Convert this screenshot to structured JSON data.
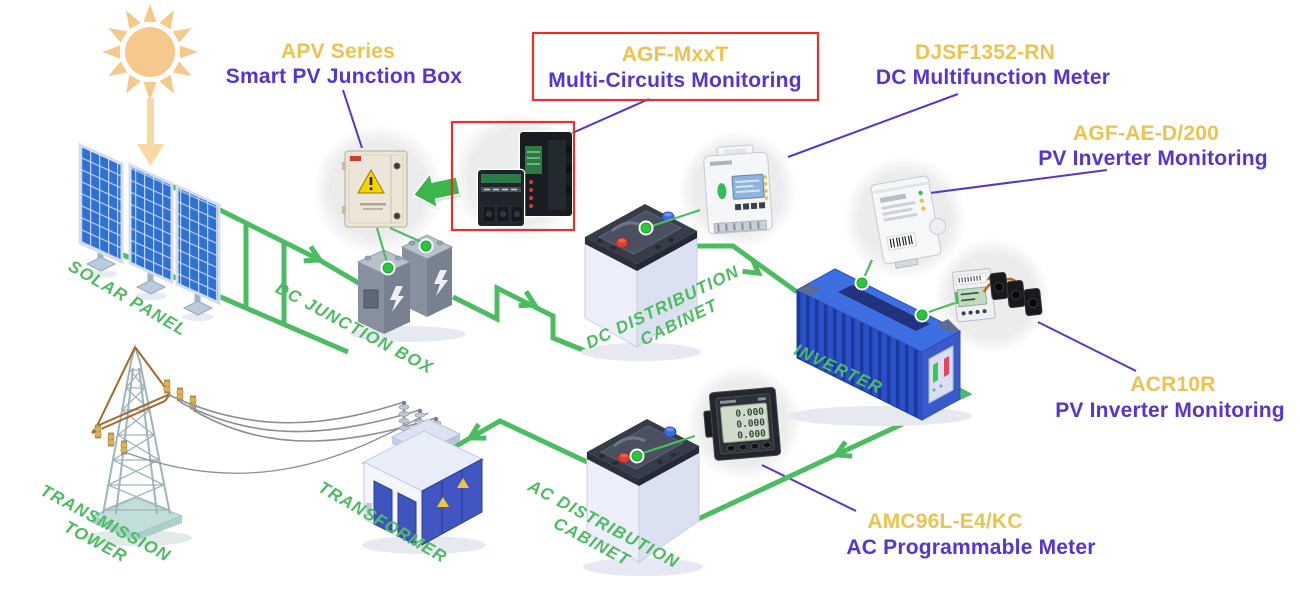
{
  "colors": {
    "accent_yellow": "#EDC24F",
    "accent_purple": "#5733D6",
    "wire_green": "#4CBC63",
    "node_label_green": "#4CBB62",
    "highlight_red": "#E8302A"
  },
  "products": {
    "apv": {
      "model": "APV Series",
      "desc": "Smart PV Junction Box"
    },
    "agf_mxxt": {
      "model": "AGF-MxxT",
      "desc": "Multi-Circuits Monitoring"
    },
    "djsf1352": {
      "model": "DJSF1352-RN",
      "desc": "DC Multifunction Meter"
    },
    "agf_ae": {
      "model": "AGF-AE-D/200",
      "desc": "PV Inverter Monitoring"
    },
    "acr10r": {
      "model": "ACR10R",
      "desc": "PV Inverter Monitoring"
    },
    "amc96": {
      "model": "AMC96L-E4/KC",
      "desc": "AC Programmable Meter"
    }
  },
  "nodes": {
    "solar_panel": "SOLAR PANEL",
    "dc_junction_box": "DC JUNCTION BOX",
    "dc_distribution_1": "DC DISTRIBUTION",
    "dc_distribution_2": "CABINET",
    "inverter": "INVERTER",
    "transmission_1": "TRANSMISSION",
    "transmission_2": "TOWER",
    "transformer": "TRANSFORMER",
    "ac_distribution_1": "AC DISTRIBUTION",
    "ac_distribution_2": "CABINET"
  },
  "amc96_lcd": {
    "row1": "0.000",
    "row2": "0.000",
    "row3": "0.000"
  }
}
